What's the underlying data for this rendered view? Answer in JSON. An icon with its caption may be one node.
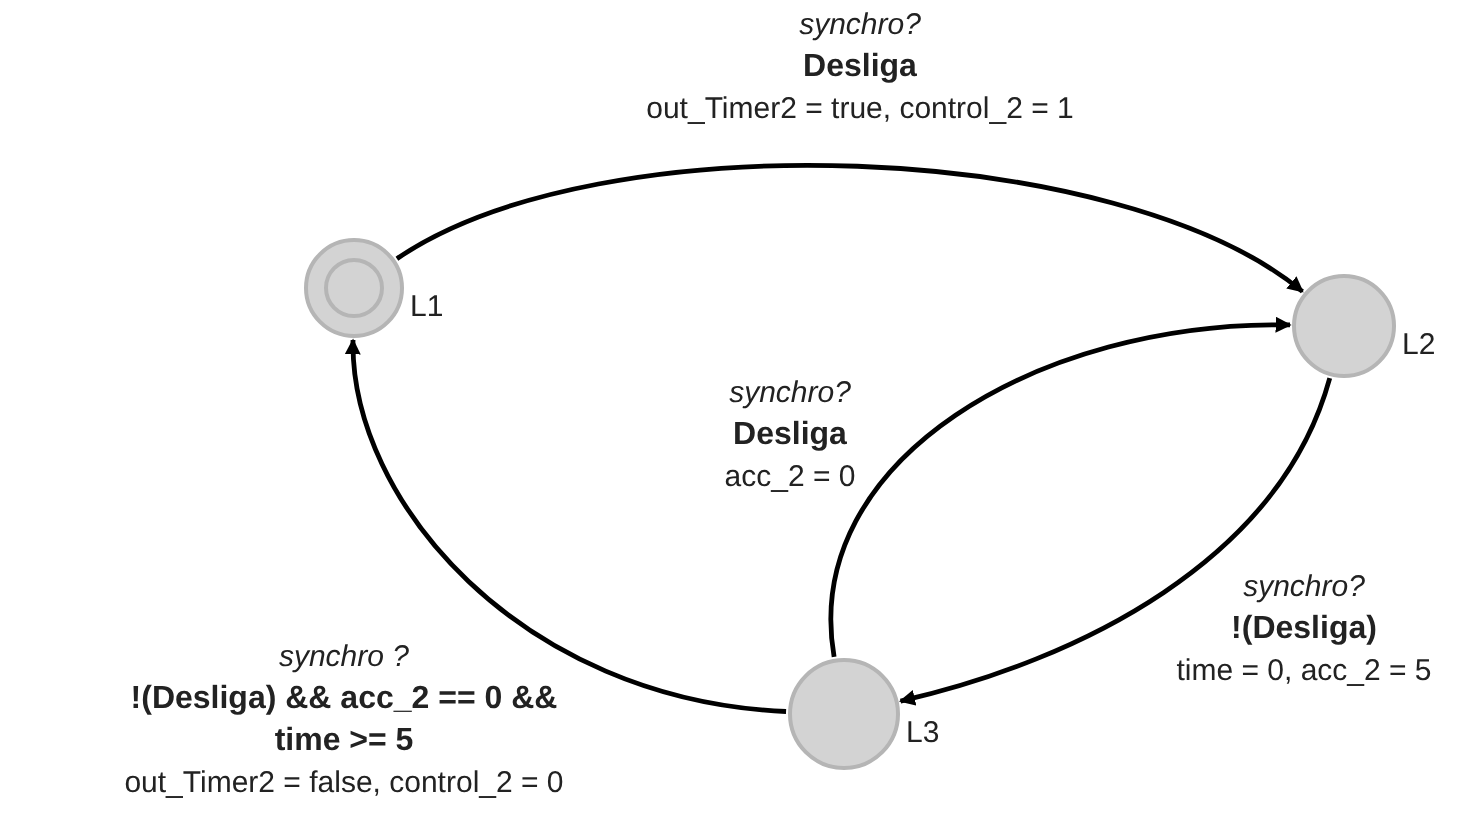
{
  "diagram": {
    "nodes": [
      {
        "text": [],
        "shape": "circle",
        "beside": [
          "L1"
        ]
      },
      {
        "text": [],
        "shape": "circle",
        "beside": [
          "L2"
        ]
      },
      {
        "text": [],
        "shape": "circle",
        "beside": [
          "L3"
        ]
      }
    ],
    "edges": [
      {
        "from": 0,
        "to": 1,
        "arrow": "to",
        "label": "*synchro?* **Desliga** out_Timer2 = true, control_2 = 1"
      },
      {
        "from": 2,
        "to": 1,
        "arrow": "to",
        "label": "*synchro?* **Desliga** acc_2 = 0"
      },
      {
        "from": 1,
        "to": 2,
        "arrow": "to",
        "label": "*synchro?* **!(Desliga)** time = 0, acc_2 = 5"
      },
      {
        "from": 2,
        "to": 0,
        "arrow": "to",
        "label": "*synchro ?* **!(Desliga) && acc_2 == 0 && time >= 5** out_Timer2 = false, control_2 = 0"
      }
    ]
  }
}
